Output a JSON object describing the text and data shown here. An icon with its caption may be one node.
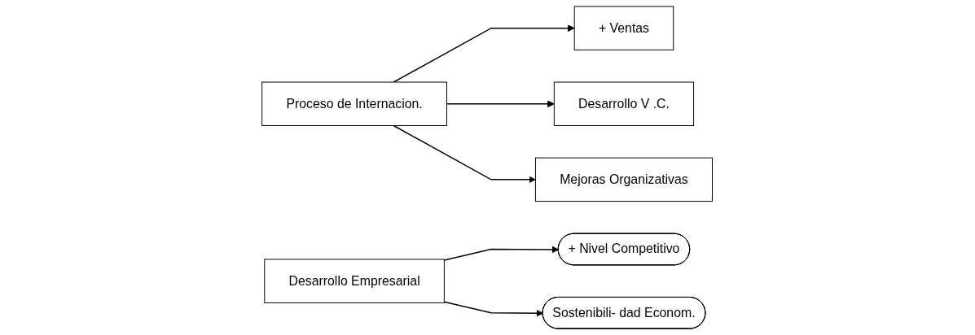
{
  "diagram": {
    "nodes": [
      {
        "text": [
          "Proceso de Internacion."
        ]
      },
      {
        "text": [
          "+ Ventas"
        ]
      },
      {
        "text": [
          "Desarrollo V .C."
        ]
      },
      {
        "text": [
          "Mejoras Organizativas"
        ]
      },
      {
        "text": [
          "Desarrollo Empresarial"
        ]
      },
      {
        "text": [
          "+ Nivel Competitivo"
        ]
      },
      {
        "text": [
          "Sostenibili- dad Econom."
        ]
      }
    ],
    "edges": [
      {
        "from": 0,
        "to": 1,
        "arrow": "to"
      },
      {
        "from": 0,
        "to": 2,
        "arrow": "to"
      },
      {
        "from": 0,
        "to": 3,
        "arrow": "to"
      },
      {
        "from": 4,
        "to": 5,
        "arrow": "to"
      },
      {
        "from": 4,
        "to": 6,
        "arrow": "to"
      }
    ]
  }
}
